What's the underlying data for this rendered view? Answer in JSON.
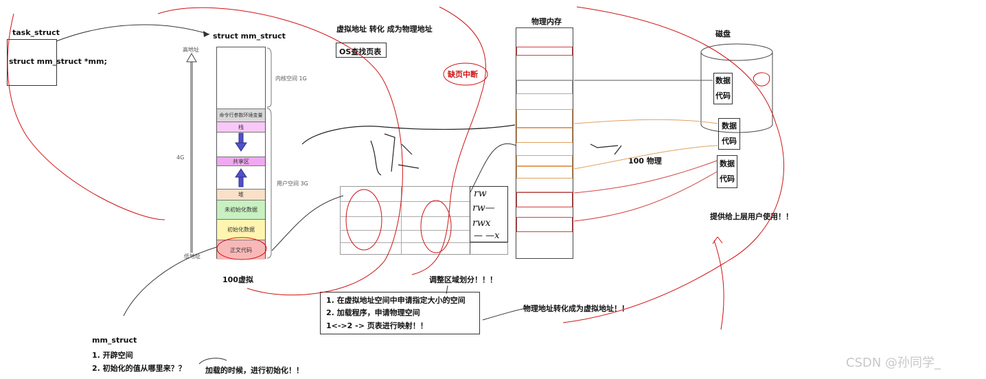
{
  "task_struct": {
    "title": "task_struct",
    "field": "struct mm_struct *mm;"
  },
  "mm_struct": {
    "title": "struct mm_struct",
    "high_addr": "高地址",
    "low_addr": "低地址",
    "size_total": "4G",
    "kernel_label": "内核空间 1G",
    "user_label": "用户空间 3G",
    "segments": [
      "命令行参数环境变量",
      "栈",
      "共享区",
      "堆",
      "未初始化数据",
      "初始化数据",
      "正文代码"
    ],
    "caption": "100虚拟"
  },
  "translate_title": "虚拟地址 转化 成为物理地址",
  "os_page_table": "OS查找页表",
  "page_fault": "缺页中断",
  "phys_mem": {
    "title": "物理内存",
    "caption": "100 物理"
  },
  "disk": {
    "title": "磁盘",
    "data": "数据",
    "code": "代码"
  },
  "provide_upper": "提供给上层用户使用！！",
  "adjust_region": "调整区域划分！！！",
  "steps": [
    "1. 在虚拟地址空间中申请指定大小的空间",
    "2. 加载程序，申请物理空间",
    "1<->2 -> 页表进行映射！！"
  ],
  "phys_to_virt": "物理地址转化成为虚拟地址！！",
  "mm_notes": {
    "title": "mm_struct",
    "item1": "1. 开辟空间",
    "item2": "2. 初始化的值从哪里来？？",
    "answer": "加载的时候，进行初始化！！"
  },
  "page_table_perms": [
    "rw",
    "rw—",
    "rwx",
    "— —x"
  ],
  "watermark": "CSDN @孙同学_",
  "colors": {
    "stack": "#f8c8f8",
    "shared": "#f0a8f0",
    "heap": "#fbe0c8",
    "bss": "#c8f0c0",
    "data": "#fff4b0",
    "text": "#f8b8b8",
    "env": "#d8d8d8",
    "arrow": "#5050c8",
    "red_ink": "#d01010",
    "orange_rows": "#e0a060"
  }
}
